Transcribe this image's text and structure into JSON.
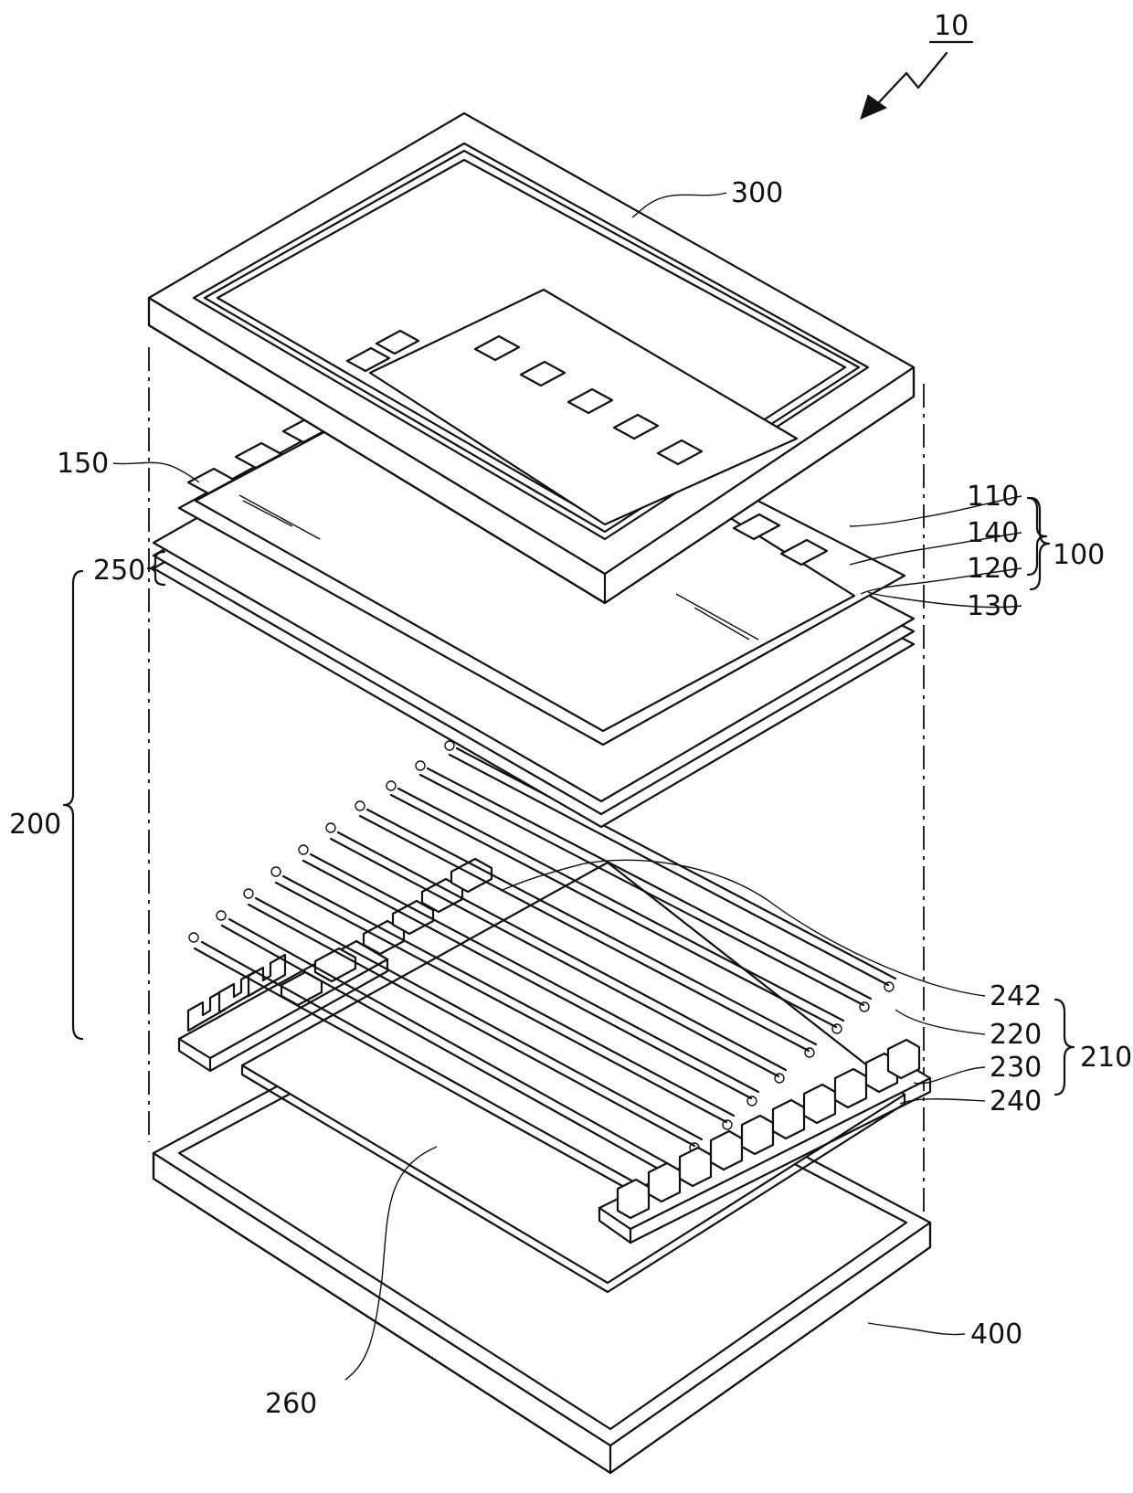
{
  "figure": {
    "reference_numeral": "10",
    "labels": {
      "frame_top": "300",
      "driver_chip": "150",
      "panel_layer_110": "110",
      "panel_layer_140": "140",
      "panel_layer_120": "120",
      "panel_layer_130": "130",
      "panel_assembly": "100",
      "optical_sheets": "250",
      "backlight_unit": "200",
      "lamp_holder_242": "242",
      "lamp_220": "220",
      "lamp_socket_230": "230",
      "socket_board_240": "240",
      "lamp_assembly": "210",
      "reflector_plate": "260",
      "bottom_chassis": "400"
    }
  }
}
